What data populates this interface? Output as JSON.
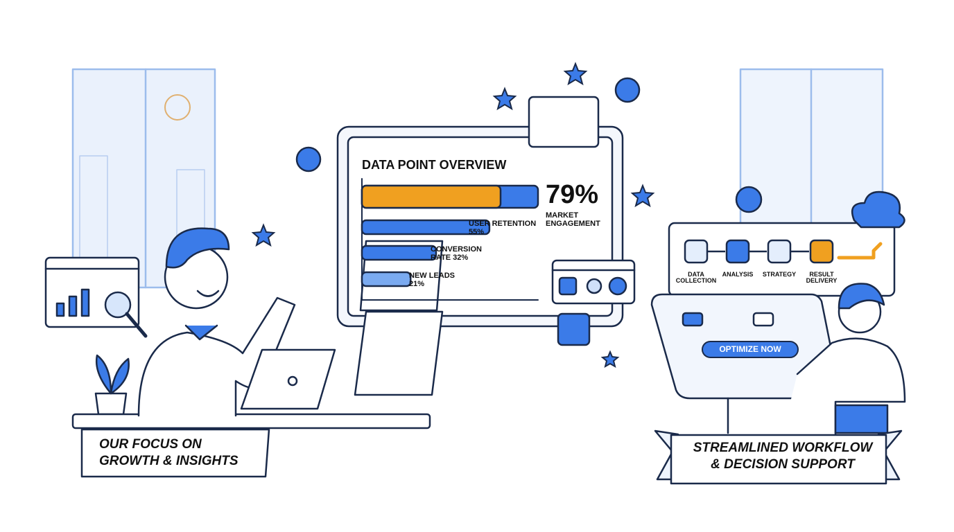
{
  "chart_data": {
    "type": "bar",
    "title": "DATA POINT OVERVIEW",
    "categories": [
      "MARKET ENGAGEMENT",
      "USER RETENTION",
      "CONVERSION RATE",
      "NEW LEADS"
    ],
    "values": [
      79,
      55,
      32,
      21
    ],
    "value_labels": [
      "79%",
      "USER RETENTION 55%",
      "CONVERSION RATE 32%",
      "NEW LEADS 21%"
    ],
    "headline_value": "79%",
    "headline_label": "MARKET ENGAGEMENT",
    "colors": {
      "primary": "#3b7be8",
      "highlight": "#f0a020",
      "light": "#7aaaf0"
    }
  },
  "workflow": {
    "steps": [
      {
        "label": "DATA COLLECTION",
        "icon": "database-icon"
      },
      {
        "label": "ANALYSIS",
        "icon": "magnifier-icon"
      },
      {
        "label": "STRATEGY",
        "icon": "trend-up-icon"
      },
      {
        "label": "RESULT DELIVERY",
        "icon": "pie-chart-icon"
      }
    ],
    "end_icon": "cloud-check-icon"
  },
  "cta_button": "OPTIMIZE NOW",
  "banners": {
    "left": [
      "OUR FOCUS ON",
      "GROWTH & INSIGHTS"
    ],
    "right": [
      "STREAMLINED WORKFLOW",
      "& DECISION SUPPORT"
    ]
  }
}
